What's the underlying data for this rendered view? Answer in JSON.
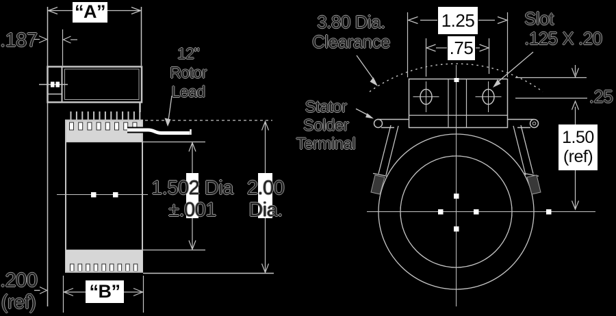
{
  "colors": {
    "background": "#000000",
    "line": "#c6c6c6",
    "text_core": "#1f1f1f",
    "text_halo": "#969696",
    "lamination_gray": "#d6d6d6",
    "label_box_bg": "#ffffff",
    "label_box_text": "#0a0a0a"
  },
  "side_view": {
    "dim_a": "“A”",
    "dim_187": ".187",
    "rotor_lead": "12\"\nRotor\nLead",
    "bore_dia": "1.502 Dia\n±.001",
    "outer_dia": "2.00\nDia.",
    "ref_200": ".200\n(ref)",
    "dim_b": "“B”"
  },
  "front_view": {
    "clearance": "3.80 Dia.\nClearance",
    "dim_125": "1.25",
    "dim_75": ".75",
    "slot": "Slot\n.125 X .20",
    "dim_25": ".25",
    "stator_terminal": "Stator\nSolder\nTerminal",
    "ref_150": "1.50\n(ref)"
  }
}
